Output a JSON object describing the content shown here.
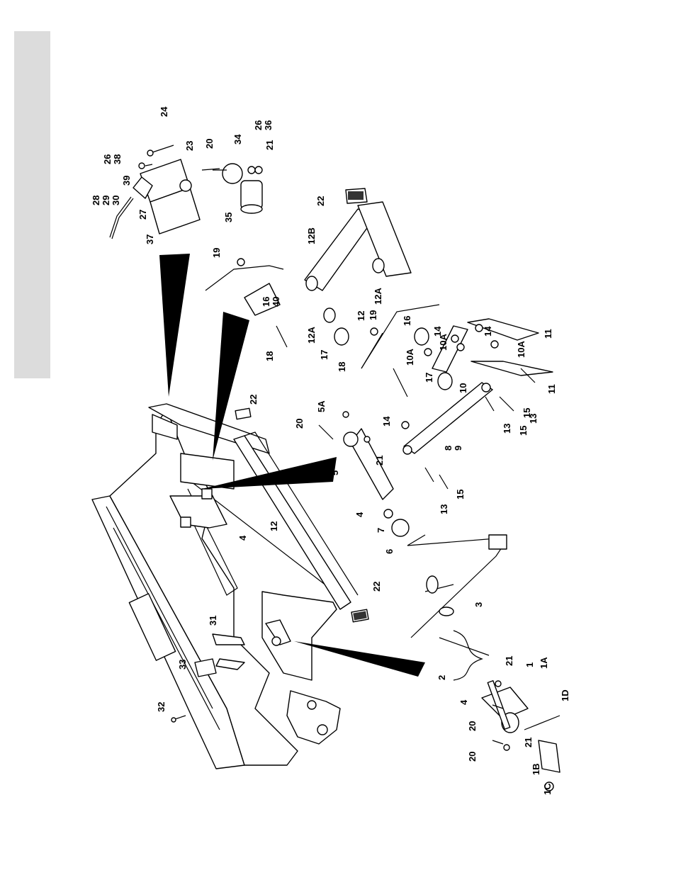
{
  "labels": {
    "c1_28": "28",
    "c1_29": "29",
    "c1_30": "30",
    "c1_37": "37",
    "c1_27": "27",
    "c1_39": "39",
    "c1_26": "26",
    "c1_38": "38",
    "c1_23": "23",
    "c1_24": "24",
    "c1_20": "20",
    "c1_34": "34",
    "c1_26b": "26",
    "c1_36": "36",
    "c1_21": "21",
    "c1_35": "35",
    "c2_19": "19",
    "c2_16": "16",
    "c2_40": "40",
    "c2_18": "18",
    "c2_12B": "12B",
    "c2_22": "22",
    "c2_12A": "12A",
    "c2_12": "12",
    "c2_12Ab": "12A",
    "c2_17": "17",
    "c3_19": "19",
    "c3_18": "18",
    "c3_16": "16",
    "c3_14": "14",
    "c3_14b": "14",
    "c3_10A": "10A",
    "c3_10Ab": "10A",
    "c3_10Ac": "10A",
    "c3_17": "17",
    "c3_10": "10",
    "c3_11": "11",
    "c3_11b": "11",
    "c3_15": "15",
    "c3_13": "13",
    "c4_22": "22",
    "c4_20": "20",
    "c4_5A": "5A",
    "c4_14": "14",
    "c4_21": "21",
    "c4_5": "5",
    "c4_8": "8",
    "c4_9": "9",
    "c4_15": "15",
    "c4_13": "13",
    "c4_13b": "13",
    "c4_15b": "15",
    "c4_4": "4",
    "c4_7": "7",
    "c4_6": "6",
    "c5_4": "4",
    "c5_12": "12",
    "c5_22": "22",
    "c5_31": "31",
    "c5_33": "33",
    "c5_32": "32",
    "c6_3": "3",
    "c6_2": "2",
    "c6_21": "21",
    "c6_1": "1",
    "c6_1A": "1A",
    "c6_4": "4",
    "c6_20": "20",
    "c6_21b": "21",
    "c6_20b": "20",
    "c6_1D": "1D",
    "c6_1B": "1B",
    "c6_1C": "1C"
  }
}
